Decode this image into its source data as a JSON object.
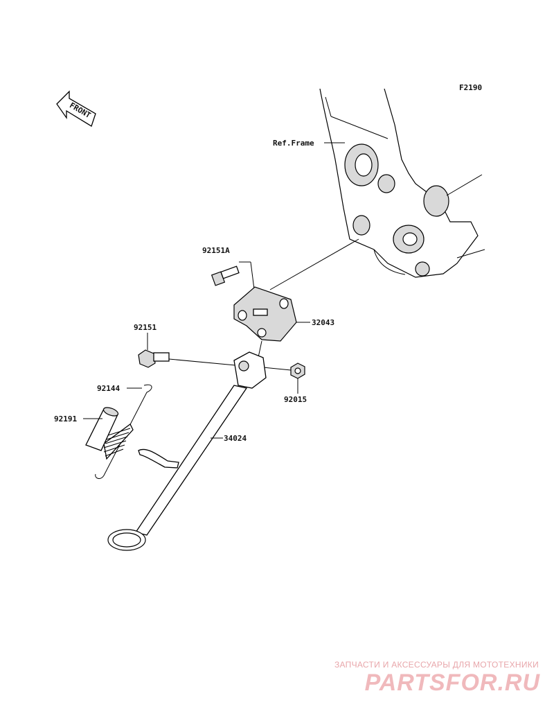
{
  "figure_code": "F2190",
  "front_badge": "FRONT",
  "frame_ref": "Ref.Frame",
  "parts": {
    "bolt_a": "92151A",
    "bracket": "32043",
    "bolt": "92151",
    "spring": "92144",
    "collar": "92191",
    "nut": "92015",
    "stand": "34024"
  },
  "watermark": {
    "tagline": "ЗАПЧАСТИ И АКСЕССУАРЫ ДЛЯ МОТОТЕХНИКИ",
    "logo": "PARTSFOR.RU"
  }
}
